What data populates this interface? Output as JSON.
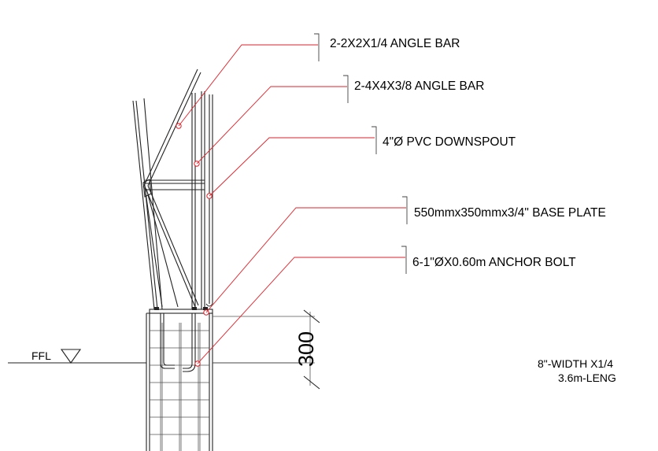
{
  "callouts": [
    {
      "id": "angle-bar-small",
      "text": "2-2X2X1/4 ANGLE BAR"
    },
    {
      "id": "angle-bar-large",
      "text": "2-4X4X3/8 ANGLE BAR"
    },
    {
      "id": "pvc-downspout",
      "text": "4\"Ø PVC DOWNSPOUT"
    },
    {
      "id": "base-plate",
      "text": "550mmx350mmx3/4\" BASE PLATE"
    },
    {
      "id": "anchor-bolt",
      "text": "6-1\"ØX0.60m ANCHOR BOLT"
    }
  ],
  "level_marker": {
    "text": "FFL"
  },
  "dimension": {
    "value": "300"
  },
  "note": {
    "line1": "8\"-WIDTH X1/4",
    "line2": "3.6m-LENG"
  },
  "colors": {
    "leader": "#e0222a",
    "linework": "#222222"
  }
}
